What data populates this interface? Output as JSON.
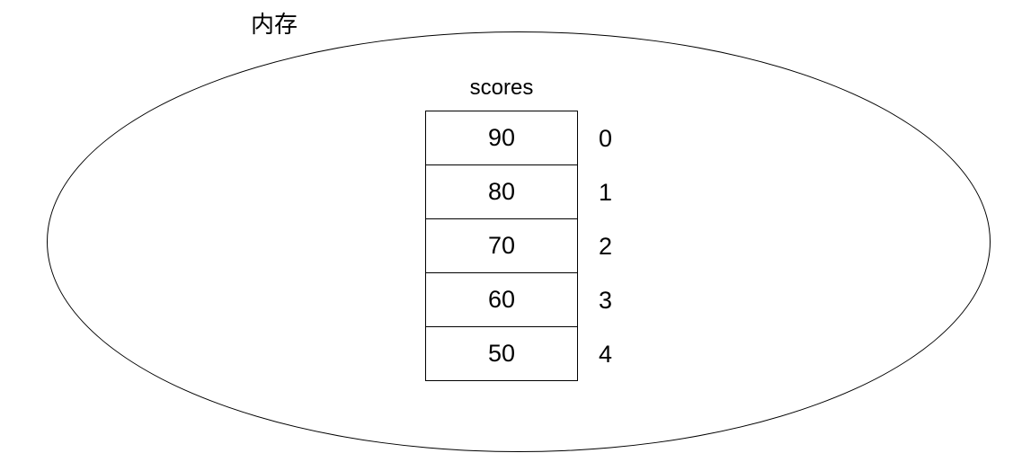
{
  "diagram": {
    "memory_label": "内存",
    "array": {
      "name": "scores",
      "rows": [
        {
          "value": "90",
          "index": "0"
        },
        {
          "value": "80",
          "index": "1"
        },
        {
          "value": "70",
          "index": "2"
        },
        {
          "value": "60",
          "index": "3"
        },
        {
          "value": "50",
          "index": "4"
        }
      ]
    },
    "colors": {
      "stroke": "#000000",
      "background": "#ffffff",
      "text": "#000000"
    }
  }
}
